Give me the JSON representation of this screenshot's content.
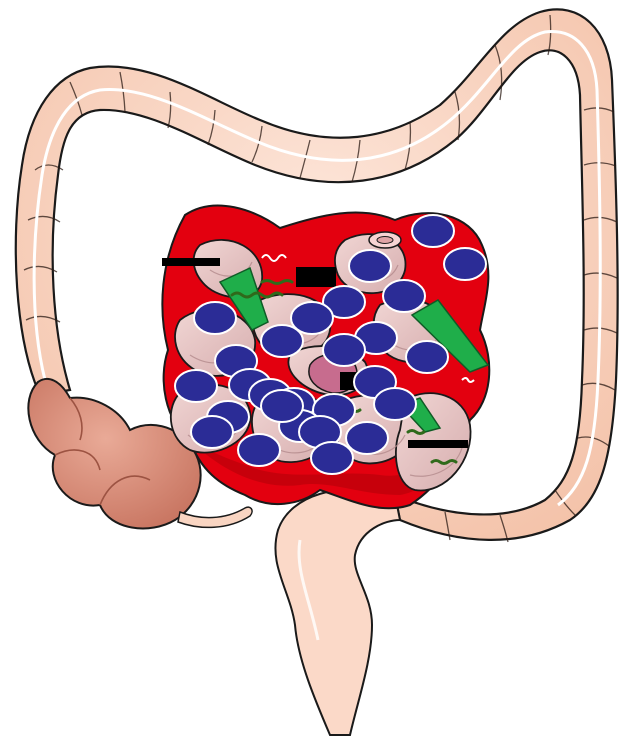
{
  "figure": {
    "subject": "intestines-anatomy",
    "colors": {
      "colon_fill": "#f9d5c2",
      "colon_stroke": "#1a1a1a",
      "colon_band": "#ffffff",
      "cecum_fill": "#d9907c",
      "cecum_dark": "#b86a57",
      "mesentery_red": "#e3000f",
      "mesentery_dark": "#b1000a",
      "small_intestine": "#e9c8c6",
      "small_intestine_shade": "#d4a9aa",
      "marker_fill": "#2b2c96",
      "marker_stroke": "#ffffff",
      "bar_fill": "#000000",
      "leaf_green": "#1fae4a",
      "moss_green": "#2f6a1b",
      "rectum_fill": "#fbd9c8"
    }
  },
  "markers": [
    {
      "id": "m1"
    },
    {
      "id": "m2"
    },
    {
      "id": "m3"
    },
    {
      "id": "m4"
    },
    {
      "id": "m5"
    },
    {
      "id": "m6"
    },
    {
      "id": "m7"
    },
    {
      "id": "m8"
    },
    {
      "id": "m9"
    },
    {
      "id": "m10"
    },
    {
      "id": "m11"
    },
    {
      "id": "m12"
    },
    {
      "id": "m13"
    },
    {
      "id": "m14"
    },
    {
      "id": "m15"
    },
    {
      "id": "m16"
    },
    {
      "id": "m17"
    },
    {
      "id": "m18"
    },
    {
      "id": "m19"
    },
    {
      "id": "m20"
    },
    {
      "id": "m21"
    },
    {
      "id": "m22"
    },
    {
      "id": "m23"
    },
    {
      "id": "m24"
    },
    {
      "id": "m25"
    },
    {
      "id": "m26"
    },
    {
      "id": "m27"
    }
  ],
  "leader_bars": [
    {
      "id": "bar-left"
    },
    {
      "id": "bar-right"
    },
    {
      "id": "bar-top-block"
    },
    {
      "id": "bar-center-block"
    }
  ]
}
